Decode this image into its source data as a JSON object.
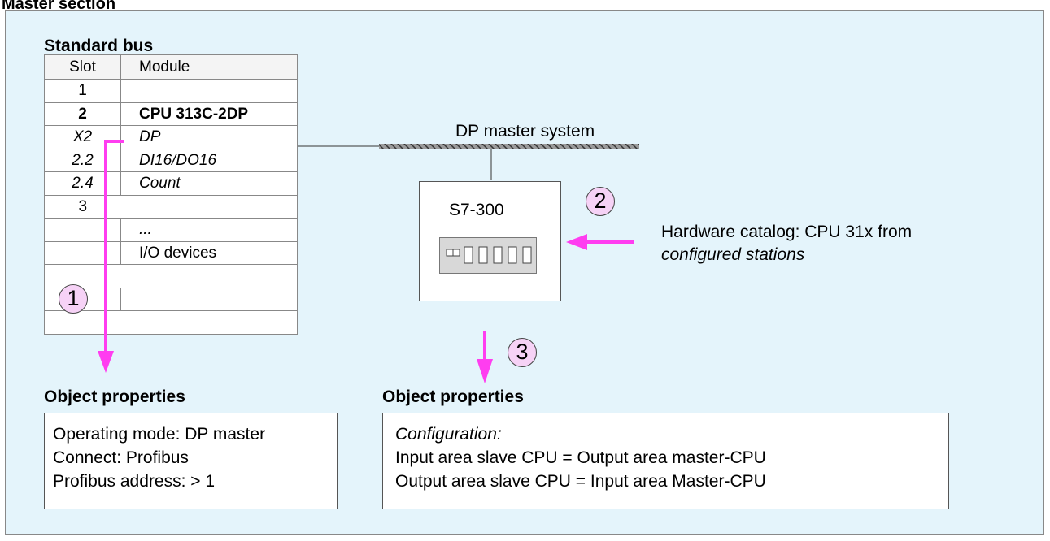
{
  "section_title": "Master section",
  "standard_bus": {
    "title": "Standard bus",
    "header": {
      "slot": "Slot",
      "module": "Module"
    },
    "rows": [
      {
        "slot": "1",
        "module": "",
        "style": "normal"
      },
      {
        "slot": "2",
        "module": "CPU 313C-2DP",
        "style": "bold"
      },
      {
        "slot": "X2",
        "module": "DP",
        "style": "italic"
      },
      {
        "slot": "2.2",
        "module": "DI16/DO16",
        "style": "italic"
      },
      {
        "slot": "2.4",
        "module": "Count",
        "style": "italic"
      },
      {
        "slot": "3",
        "module": "",
        "style": "normal"
      },
      {
        "slot": "",
        "module": "...",
        "style": "italic"
      },
      {
        "slot": "",
        "module": "I/O devices",
        "style": "normal"
      },
      {
        "slot": "",
        "module": "",
        "style": "normal"
      },
      {
        "slot": "",
        "module": "",
        "style": "normal"
      },
      {
        "slot": "",
        "module": "",
        "style": "normal"
      }
    ]
  },
  "dp_master_system_label": "DP master system",
  "station": {
    "label": "S7-300"
  },
  "hardware_catalog": {
    "line1": "Hardware catalog: CPU 31x from",
    "line2": "configured stations"
  },
  "steps": [
    "1",
    "2",
    "3"
  ],
  "object_properties_left": {
    "title": "Object properties",
    "lines": [
      "Operating mode: DP master",
      "Connect: Profibus",
      "Profibus address: > 1"
    ]
  },
  "object_properties_right": {
    "title": "Object properties",
    "config_label": "Configuration:",
    "lines": [
      "Input area slave CPU =  Output area master-CPU",
      "Output area slave CPU =  Input area Master-CPU"
    ]
  },
  "colors": {
    "panel_bg": "#e4f4fb",
    "arrow": "#ff3df0",
    "step_circle": "#f6d2f6"
  }
}
